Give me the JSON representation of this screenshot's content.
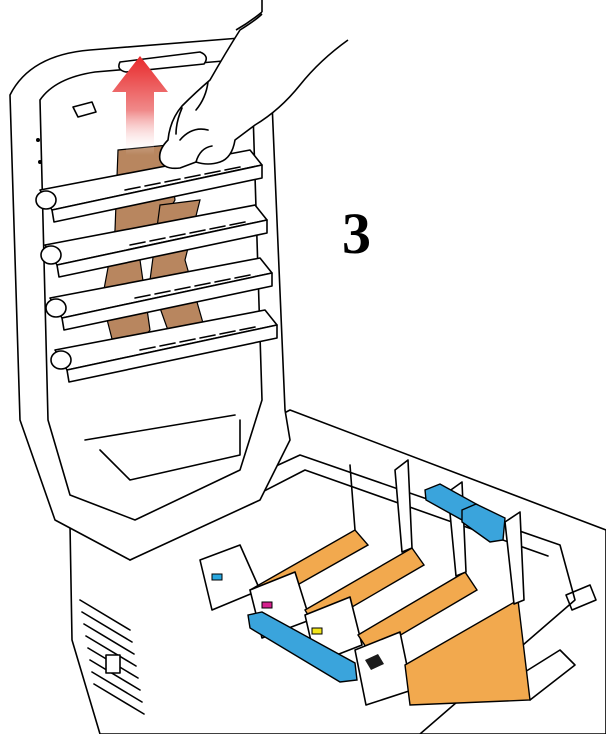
{
  "step": {
    "number": "3"
  },
  "colors": {
    "outline": "#000000",
    "paper_strip": "#b8865f",
    "drum_orange": "#f2a94e",
    "lock_blue": "#3aa4dc",
    "arrow_red": "#e8282a",
    "toner_cyan": "#29a8e0",
    "toner_magenta": "#d6218e",
    "toner_yellow": "#f2e51b",
    "toner_black": "#1a1a1a"
  },
  "illustration": {
    "top_cover": {
      "state": "open"
    },
    "hand": {
      "action": "lifting"
    },
    "arrow": {
      "direction": "up"
    },
    "led_heads": [
      {
        "id": "led-head-1"
      },
      {
        "id": "led-head-2"
      },
      {
        "id": "led-head-3"
      },
      {
        "id": "led-head-4"
      }
    ],
    "cartridges": [
      {
        "id": "cartridge-cyan",
        "toner": "cyan"
      },
      {
        "id": "cartridge-magenta",
        "toner": "magenta"
      },
      {
        "id": "cartridge-yellow",
        "toner": "yellow"
      },
      {
        "id": "cartridge-black",
        "toner": "black"
      }
    ]
  }
}
